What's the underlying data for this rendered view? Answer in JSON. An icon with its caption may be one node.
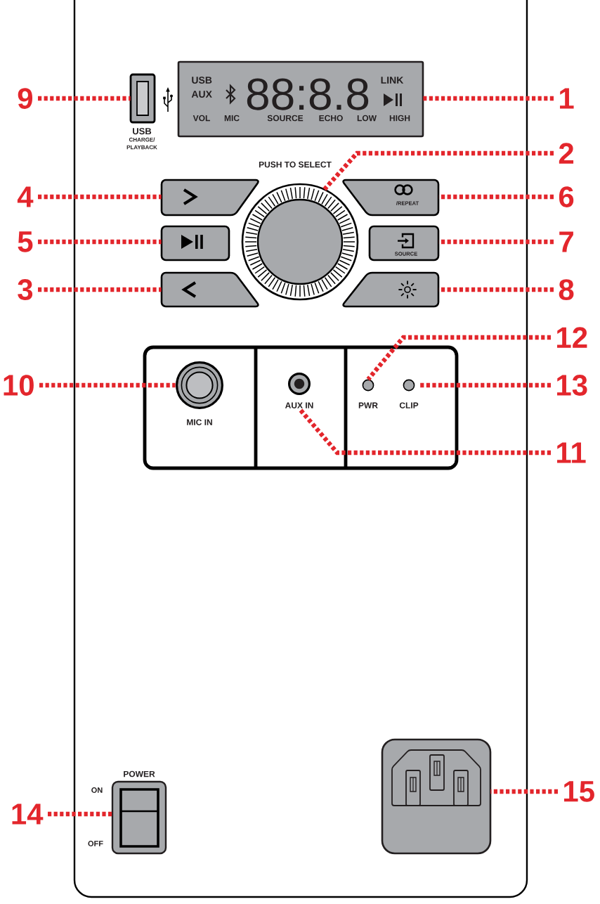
{
  "diagram": {
    "nodes": [
      {
        "text": [
          "9"
        ]
      },
      {
        "text": [],
        "shape": "box",
        "beside": [
          "USB",
          "CHARGE/ PLAYBACK"
        ]
      },
      {
        "text": [
          "USB",
          "AUX",
          "88:8.8",
          "LINK",
          "VOL",
          "MIC",
          "SOURCE",
          "ECHO",
          "LOW",
          "HIGH"
        ]
      },
      {
        "text": [
          "1"
        ]
      },
      {
        "text": [
          "2"
        ]
      },
      {
        "text": [],
        "shape": "circle",
        "beside": [
          "PUSH TO SELECT"
        ]
      },
      {
        "text": [
          "4"
        ]
      },
      {
        "text": [],
        "shape": "box"
      },
      {
        "text": [
          "/REPEAT"
        ]
      },
      {
        "text": [
          "6"
        ]
      },
      {
        "text": [
          "5"
        ]
      },
      {
        "text": [],
        "shape": "box"
      },
      {
        "text": [
          "SOURCE"
        ]
      },
      {
        "text": [
          "7"
        ]
      },
      {
        "text": [
          "3"
        ]
      },
      {
        "text": [],
        "shape": "box"
      },
      {
        "text": [],
        "shape": "box"
      },
      {
        "text": [
          "8"
        ]
      },
      {
        "text": [
          "12"
        ]
      },
      {
        "text": [
          "10"
        ]
      },
      {
        "text": [],
        "shape": "box"
      },
      {
        "text": [
          "MIC IN"
        ],
        "in": 20
      },
      {
        "text": [
          "AUX IN"
        ],
        "in": 20
      },
      {
        "text": [
          "PWR"
        ],
        "in": 20
      },
      {
        "text": [
          "CLIP"
        ],
        "in": 20
      },
      {
        "text": [
          "13"
        ]
      },
      {
        "text": [
          "11"
        ]
      },
      {
        "text": [
          "14"
        ]
      },
      {
        "text": [],
        "shape": "box",
        "beside": [
          "POWER",
          "ON",
          "OFF"
        ]
      },
      {
        "text": [],
        "shape": "box"
      },
      {
        "text": [
          "15"
        ]
      }
    ],
    "edges": [
      {
        "from": 0,
        "to": 1,
        "arrow": "none"
      },
      {
        "from": 3,
        "to": 2,
        "arrow": "none"
      },
      {
        "from": 4,
        "to": 5,
        "arrow": "none"
      },
      {
        "from": 6,
        "to": 7,
        "arrow": "none"
      },
      {
        "from": 9,
        "to": 8,
        "arrow": "none"
      },
      {
        "from": 10,
        "to": 11,
        "arrow": "none"
      },
      {
        "from": 13,
        "to": 12,
        "arrow": "none"
      },
      {
        "from": 14,
        "to": 15,
        "arrow": "none"
      },
      {
        "from": 17,
        "to": 16,
        "arrow": "none"
      },
      {
        "from": 18,
        "to": 23,
        "arrow": "none"
      },
      {
        "from": 19,
        "to": 21,
        "arrow": "none"
      },
      {
        "from": 25,
        "to": 24,
        "arrow": "none"
      },
      {
        "from": 26,
        "to": 22,
        "arrow": "none"
      },
      {
        "from": 27,
        "to": 28,
        "arrow": "none"
      },
      {
        "from": 30,
        "to": 29,
        "arrow": "none"
      }
    ]
  }
}
